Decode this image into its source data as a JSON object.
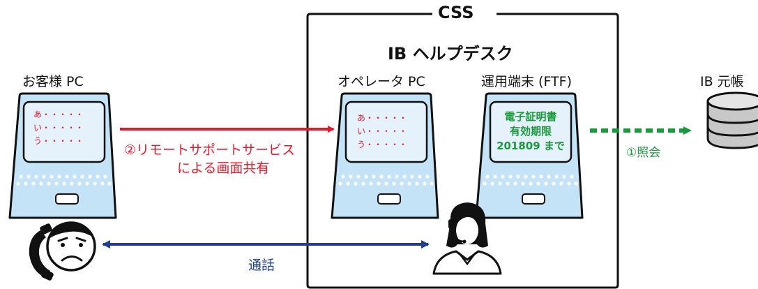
{
  "css_box": {
    "title": "CSS",
    "subtitle": "IB ヘルプデスク"
  },
  "customer_pc": {
    "label": "お客様 PC",
    "screen_lines": [
      "あ・・・・・",
      "い・・・・・",
      "う・・・・・"
    ]
  },
  "operator_pc": {
    "label": "オペレータ PC",
    "screen_lines": [
      "あ・・・・・",
      "い・・・・・",
      "う・・・・・"
    ]
  },
  "terminal": {
    "label": "運用端末 (FTF)",
    "screen_lines": [
      "電子証明書",
      "有効期限",
      "201809 まで"
    ]
  },
  "database": {
    "label": "IB 元帳"
  },
  "arrows": {
    "screen_share_line1": "②リモートサポートサービス",
    "screen_share_line2": "による画面共有",
    "inquiry": "①照会",
    "call": "通話"
  },
  "colors": {
    "red": "#e8182a",
    "green": "#1a9a3c",
    "blue": "#1f3f93",
    "screen": "#e6f2fb",
    "device": "#c5e3f7",
    "outline": "#111111"
  }
}
